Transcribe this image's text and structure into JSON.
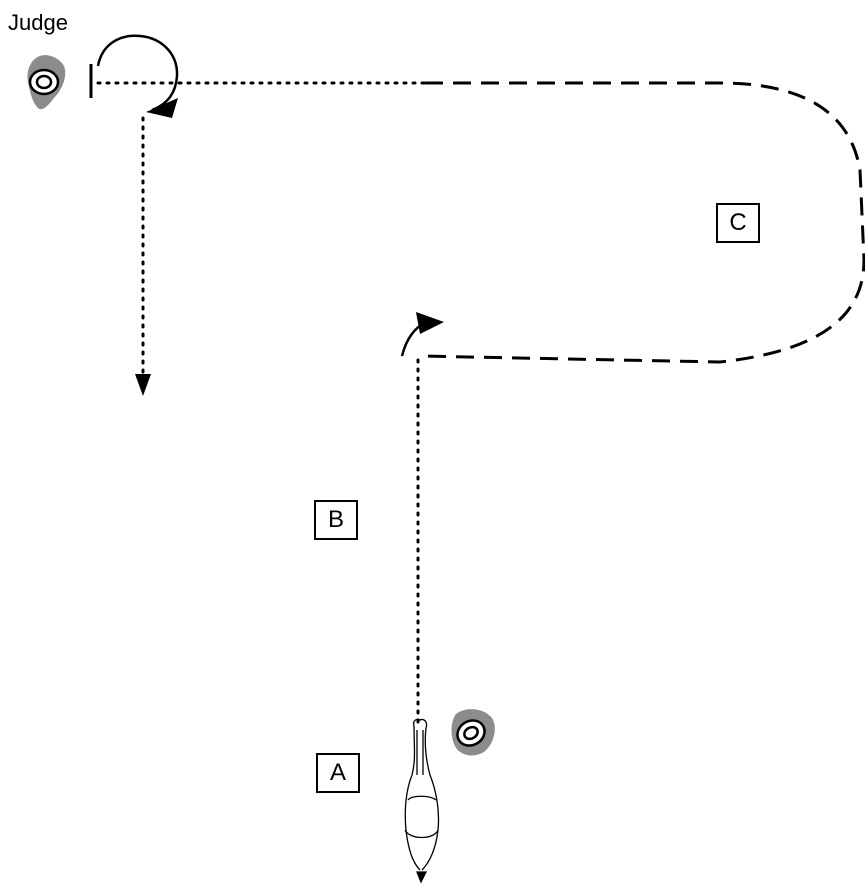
{
  "labels": {
    "judge": "Judge",
    "marker_a": "A",
    "marker_b": "B",
    "marker_c": "C"
  },
  "icons": {
    "judge": "person-topdown-icon",
    "handler": "person-topdown-icon",
    "horse": "horse-topdown-icon"
  },
  "colors": {
    "line": "#000000",
    "person_body": "#8c8c8c",
    "background": "#ffffff"
  }
}
